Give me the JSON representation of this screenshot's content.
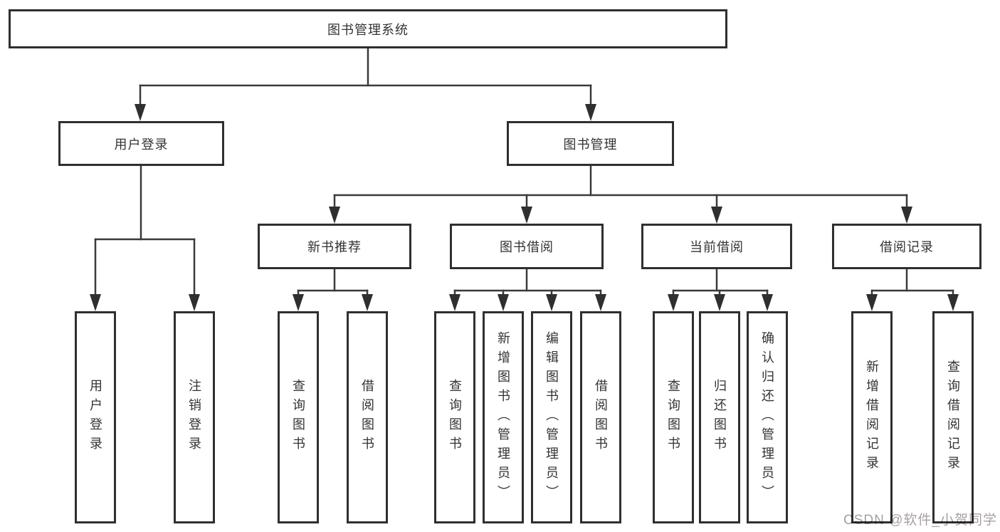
{
  "diagram": {
    "title": "图书管理系统",
    "root": {
      "label": "图书管理系统"
    },
    "branches": [
      {
        "label": "用户登录",
        "children": [
          {
            "label": "用户登录"
          },
          {
            "label": "注销登录"
          }
        ]
      },
      {
        "label": "图书管理",
        "groups": [
          {
            "label": "新书推荐",
            "children": [
              {
                "label": "查询图书"
              },
              {
                "label": "借阅图书"
              }
            ]
          },
          {
            "label": "图书借阅",
            "children": [
              {
                "label": "查询图书"
              },
              {
                "label": "新增图书（管理员）"
              },
              {
                "label": "编辑图书（管理员）"
              },
              {
                "label": "借阅图书"
              }
            ]
          },
          {
            "label": "当前借阅",
            "children": [
              {
                "label": "查询图书"
              },
              {
                "label": "归还图书"
              },
              {
                "label": "确认归还（管理员）"
              }
            ]
          },
          {
            "label": "借阅记录",
            "children": [
              {
                "label": "新增借阅记录"
              },
              {
                "label": "查询借阅记录"
              }
            ]
          }
        ]
      }
    ]
  },
  "watermark": {
    "text": "CSDN @软件_小贺同学"
  },
  "colors": {
    "line": "#3a3a3a",
    "border": "#2f2f2f",
    "text": "#333333",
    "background": "#ffffff",
    "watermark": "#a8a0a0"
  }
}
